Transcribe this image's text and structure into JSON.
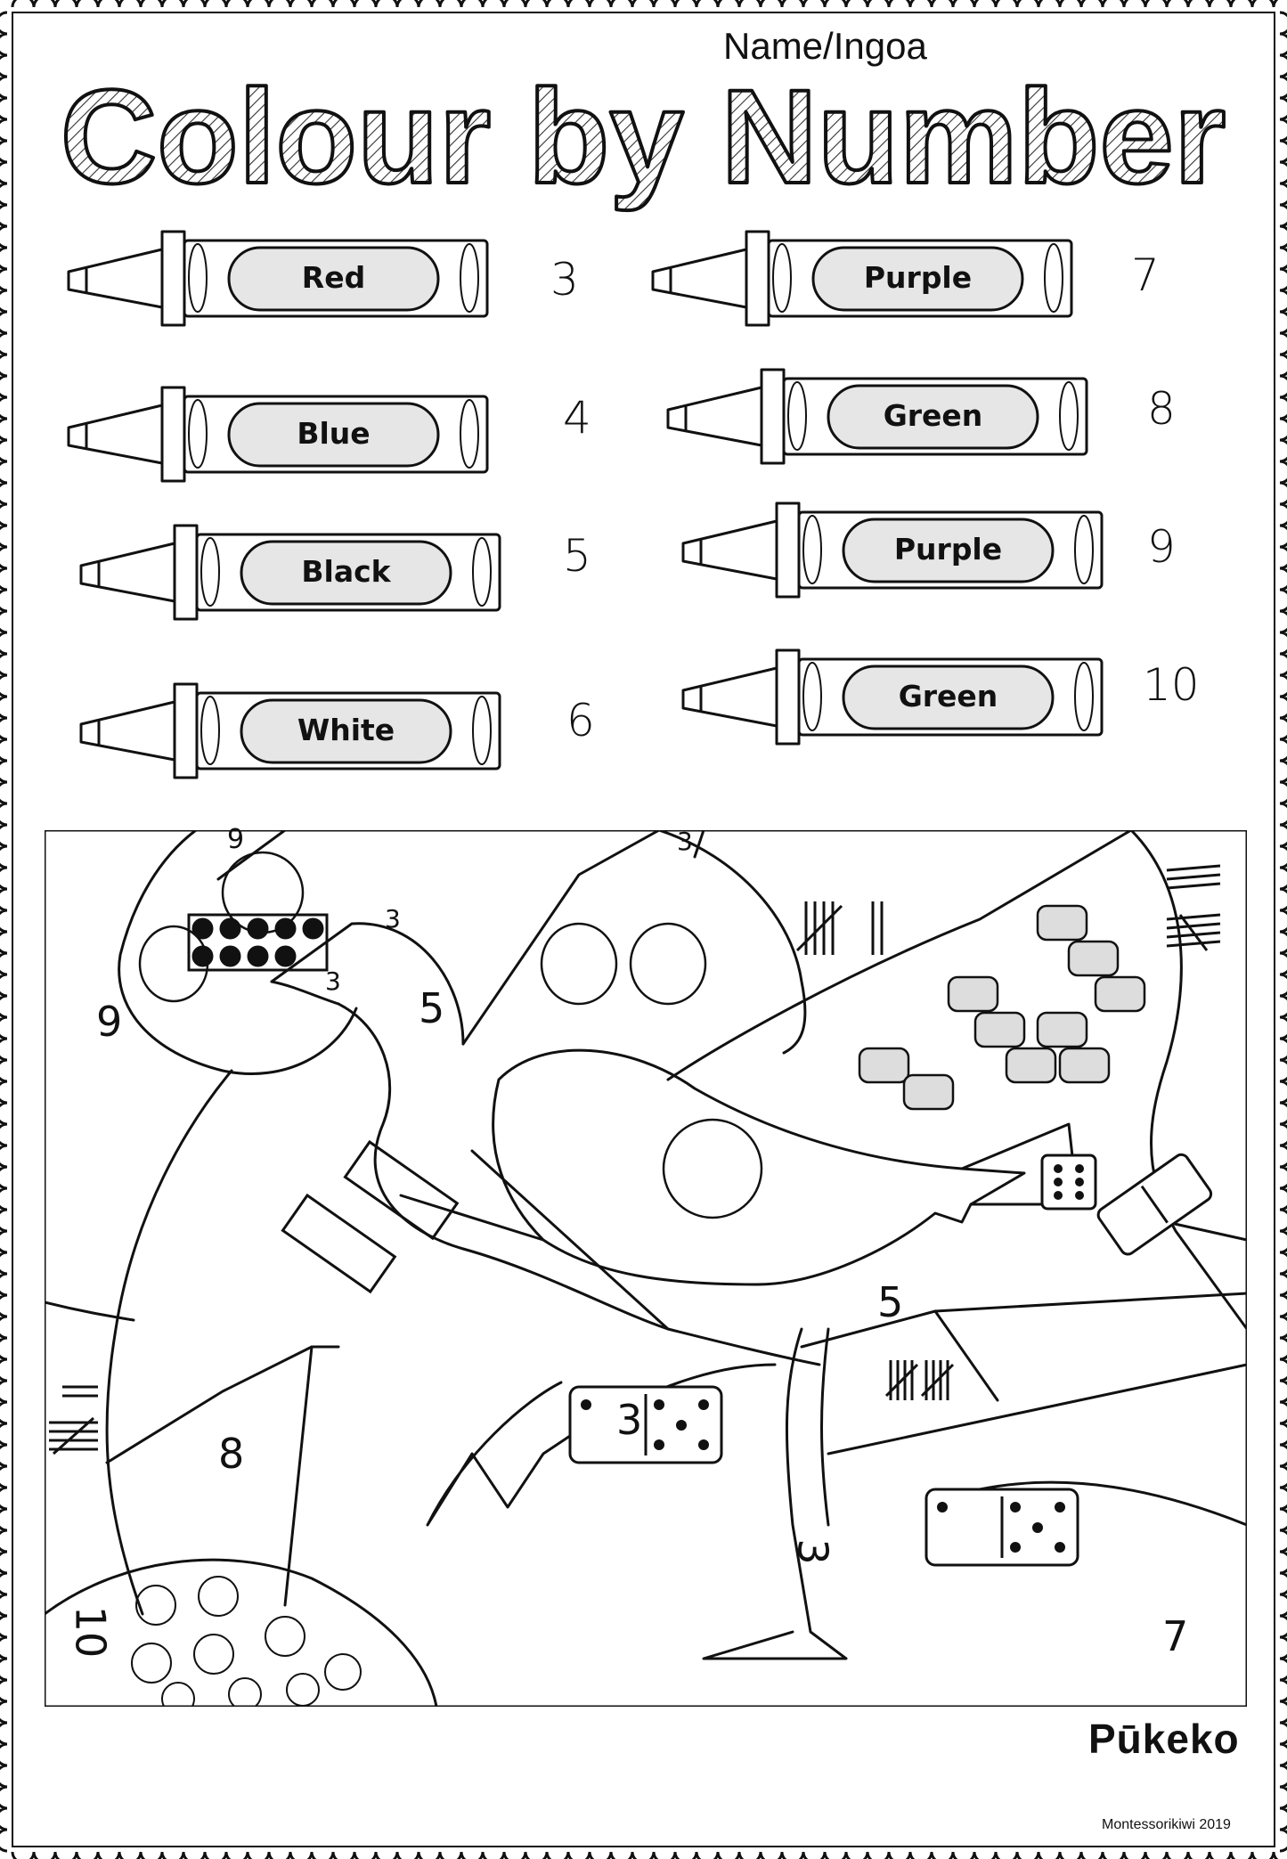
{
  "header": {
    "name_label": "Name/Ingoa",
    "title": "Colour by Number"
  },
  "legend": [
    {
      "color": "Red",
      "number": "3"
    },
    {
      "color": "Blue",
      "number": "4"
    },
    {
      "color": "Black",
      "number": "5"
    },
    {
      "color": "White",
      "number": "6"
    },
    {
      "color": "Purple",
      "number": "7"
    },
    {
      "color": "Green",
      "number": "8"
    },
    {
      "color": "Purple",
      "number": "9"
    },
    {
      "color": "Green",
      "number": "10"
    }
  ],
  "picture_numbers": {
    "top_left": "9",
    "top_strip": "9",
    "beak_upper": "3",
    "beak_lower": "3",
    "neck": "5",
    "top_center": "3",
    "body_mid": "5",
    "leg_upper": "3",
    "leg_lower": "3",
    "left_mid": "8",
    "bottom_left": "10",
    "bottom_right": "7"
  },
  "footer": {
    "title": "Pūkeko",
    "credit": "Montessorikiwi 2019"
  }
}
